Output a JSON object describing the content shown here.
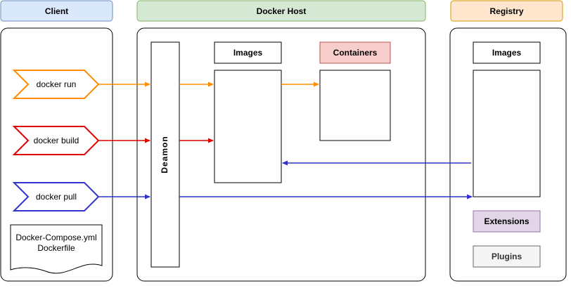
{
  "client": {
    "header": "Client",
    "header_fill": "#dae8fc",
    "header_stroke": "#6c8ebf"
  },
  "host": {
    "header": "Docker Host",
    "header_fill": "#d5e8d4",
    "header_stroke": "#82b366"
  },
  "registry": {
    "header": "Registry",
    "header_fill": "#ffe6cc",
    "header_stroke": "#d79b00"
  },
  "commands": [
    {
      "label": "docker run",
      "color": "#ff8c00"
    },
    {
      "label": "docker build",
      "color": "#e00000"
    },
    {
      "label": "docker pull",
      "color": "#3333cc"
    }
  ],
  "document": {
    "line1": "Docker-Compose.yml",
    "line2": "Dockerfile"
  },
  "daemon_label": "Deamon",
  "host_images_label": "Images",
  "containers": {
    "label": "Containers",
    "fill": "#f8cecc",
    "stroke": "#b85450"
  },
  "registry_images_label": "Images",
  "extensions": {
    "label": "Extensions",
    "fill": "#e1d5e7",
    "stroke": "#9673a6"
  },
  "plugins": {
    "label": "Plugins",
    "fill": "#f5f5f5",
    "stroke": "#666666"
  }
}
